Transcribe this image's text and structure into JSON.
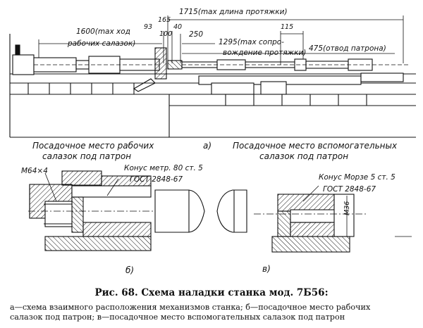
{
  "dimensions": {
    "d1715": "1715(max длина протяжки)",
    "d1600": "1600(max ход",
    "d1600b": "рабочих салазок)",
    "d93": "93",
    "d165": "165",
    "d100": "100",
    "d40": "40",
    "d250": "250",
    "d1295": "1295(max сопро-",
    "d1295b": "вождение протяжки)",
    "d115": "115",
    "d475": "475(отвод патрона)"
  },
  "labels": {
    "work_slide_a": "Посадочное место рабочих",
    "work_slide_b": "салазок под патрон",
    "view_a": "а)",
    "aux_slide_a": "Посадочное место вспомогательных",
    "aux_slide_b": "салазок под патрон",
    "thread": "М64×4",
    "cone_metric": "Конус метр. 80 ст. 5",
    "gost1": "ГОСТ 2848-67",
    "cone_morse": "Конус Морзе 5 ст. 5",
    "gost2": "ГОСТ 2848-67",
    "m36": "М36",
    "view_b": "б)",
    "view_v": "в)"
  },
  "caption": {
    "title": "Рис. 68. Схема наладки станка мод. 7Б56:",
    "line1": "а—схема взаимного расположения механизмов станка; б—посадочное  место рабочих",
    "line2": "салазок под патрон; в—посадочное место вспомогательных салазок под патрон"
  }
}
